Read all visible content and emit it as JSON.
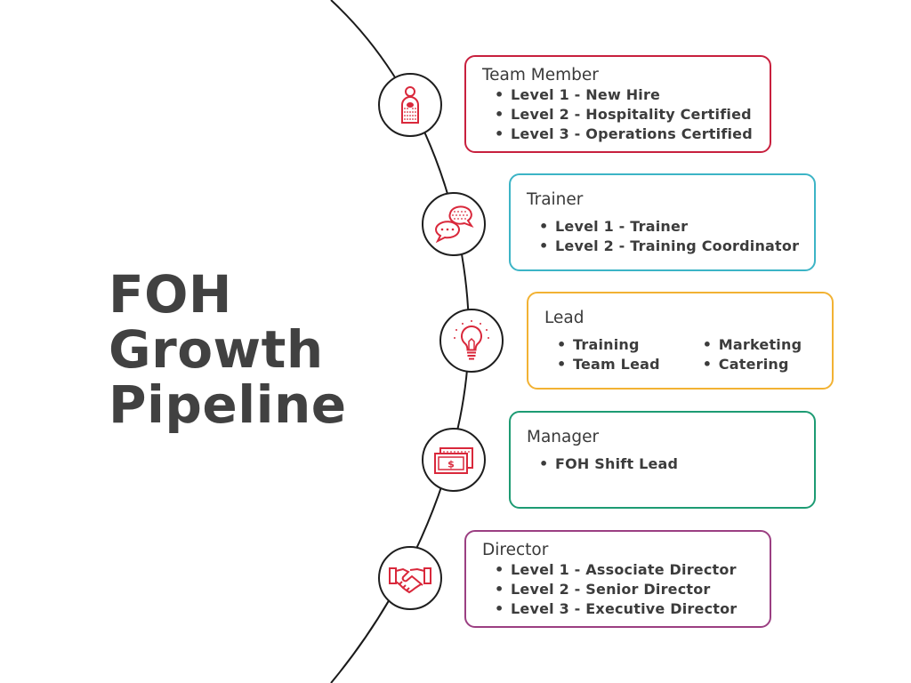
{
  "title_lines": [
    "FOH",
    "Growth",
    "Pipeline"
  ],
  "colors": {
    "arc": "#1a1a1a",
    "icon": "#d9283b",
    "team_member": "#c8203e",
    "trainer": "#3cb4c6",
    "lead": "#f2b233",
    "manager": "#1d9b73",
    "director": "#9b3f82",
    "text": "#3f3f3f"
  },
  "stages": [
    {
      "key": "team_member",
      "title": "Team Member",
      "icon": "person-icon",
      "items": [
        "Level 1 - New Hire",
        "Level 2 - Hospitality Certified",
        "Level 3 - Operations Certified"
      ]
    },
    {
      "key": "trainer",
      "title": "Trainer",
      "icon": "speech-bubbles-icon",
      "items": [
        "Level 1 - Trainer",
        "Level 2 - Training Coordinator"
      ]
    },
    {
      "key": "lead",
      "title": "Lead",
      "icon": "lightbulb-icon",
      "items_left": [
        "Training",
        "Team Lead"
      ],
      "items_right": [
        "Marketing",
        "Catering"
      ]
    },
    {
      "key": "manager",
      "title": "Manager",
      "icon": "money-icon",
      "items": [
        "FOH Shift Lead"
      ]
    },
    {
      "key": "director",
      "title": "Director",
      "icon": "handshake-icon",
      "items": [
        "Level 1 - Associate Director",
        "Level 2 - Senior Director",
        "Level 3 - Executive Director"
      ]
    }
  ]
}
